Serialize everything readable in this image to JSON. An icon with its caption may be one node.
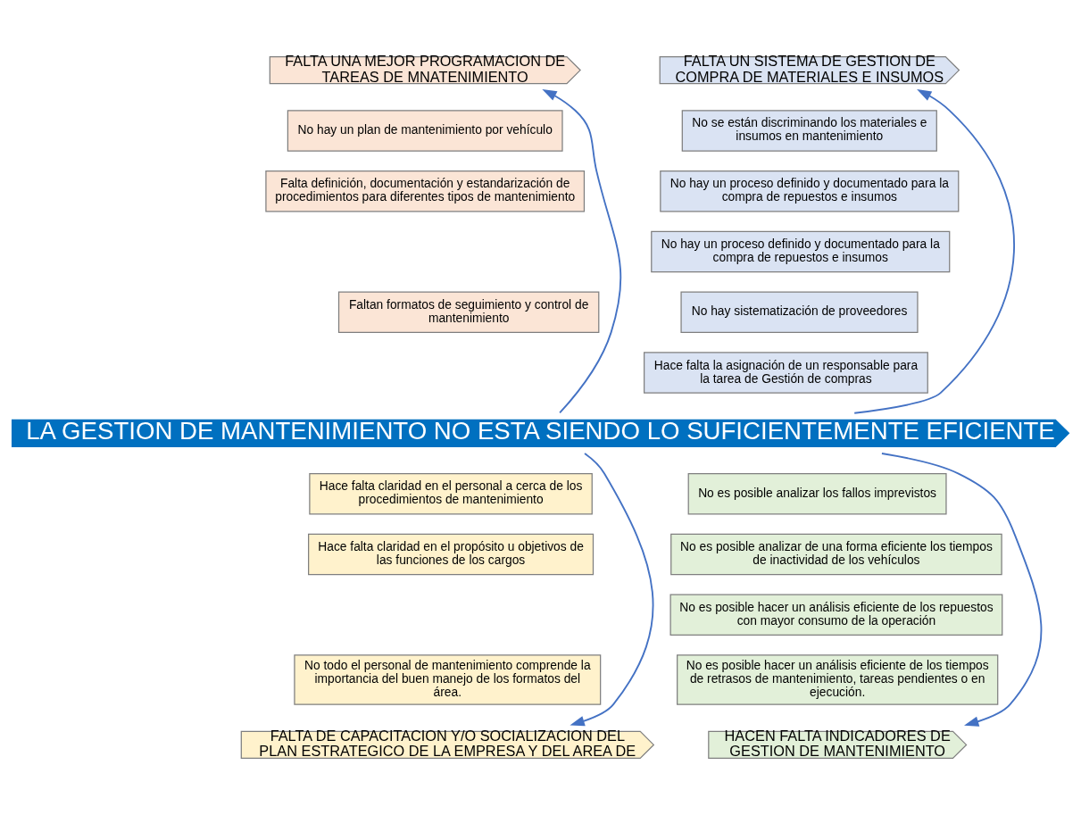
{
  "diagram": {
    "nodes": [
      {
        "text": [
          "FALTA UNA MEJOR PROGRAMACION DE TAREAS DE MNATENIMIENTO"
        ]
      },
      {
        "text": [
          "No hay un plan de mantenimiento por vehículo"
        ]
      },
      {
        "text": [
          "Falta definición, documentación y estandarización de procedimientos para diferentes tipos de mantenimiento"
        ]
      },
      {
        "text": [
          "Faltan formatos de seguimiento y control de mantenimiento"
        ]
      },
      {
        "text": [
          "FALTA UN SISTEMA DE GESTION DE COMPRA DE MATERIALES E INSUMOS"
        ]
      },
      {
        "text": [
          "No se están discriminando los materiales e insumos en mantenimiento"
        ]
      },
      {
        "text": [
          "No hay un proceso definido y documentado para la compra de repuestos e insumos"
        ]
      },
      {
        "text": [
          "No hay un proceso definido y documentado para la compra de repuestos e insumos"
        ]
      },
      {
        "text": [
          "No hay sistematización de proveedores"
        ]
      },
      {
        "text": [
          "Hace falta la asignación de un responsable para la tarea de Gestión de compras"
        ]
      },
      {
        "text": [
          "LA GESTION DE MANTENIMIENTO NO ESTA SIENDO LO SUFICIENTEMENTE EFICIENTE"
        ]
      },
      {
        "text": [
          "Hace falta claridad en el personal a cerca de los procedimientos de mantenimiento"
        ]
      },
      {
        "text": [
          "Hace falta claridad en el propósito u objetivos de las funciones de los cargos"
        ]
      },
      {
        "text": [
          "No todo el personal de mantenimiento comprende la importancia del buen manejo de los formatos del área."
        ]
      },
      {
        "text": [
          "FALTA DE CAPACITACION Y/O SOCIALIZACION DEL PLAN ESTRATEGICO DE LA EMPRESA Y DEL AREA DE"
        ]
      },
      {
        "text": [
          "No es posible analizar los fallos imprevistos"
        ]
      },
      {
        "text": [
          "No es posible analizar de una forma eficiente los tiempos de inactividad de los vehículos"
        ]
      },
      {
        "text": [
          "No es posible hacer un análisis eficiente de los repuestos con mayor consumo de la operación"
        ]
      },
      {
        "text": [
          "No es posible hacer un análisis eficiente de los tiempos de retrasos de mantenimiento, tareas pendientes o en ejecución."
        ]
      },
      {
        "text": [
          "HACEN FALTA INDICADORES DE GESTION DE MANTENIMIENTO"
        ]
      }
    ],
    "edges": [
      {
        "from": 10,
        "to": 0,
        "arrow": "to"
      },
      {
        "from": 10,
        "to": 4,
        "arrow": "to"
      },
      {
        "from": 10,
        "to": 14,
        "arrow": "to"
      },
      {
        "from": 10,
        "to": 19,
        "arrow": "to"
      }
    ]
  }
}
